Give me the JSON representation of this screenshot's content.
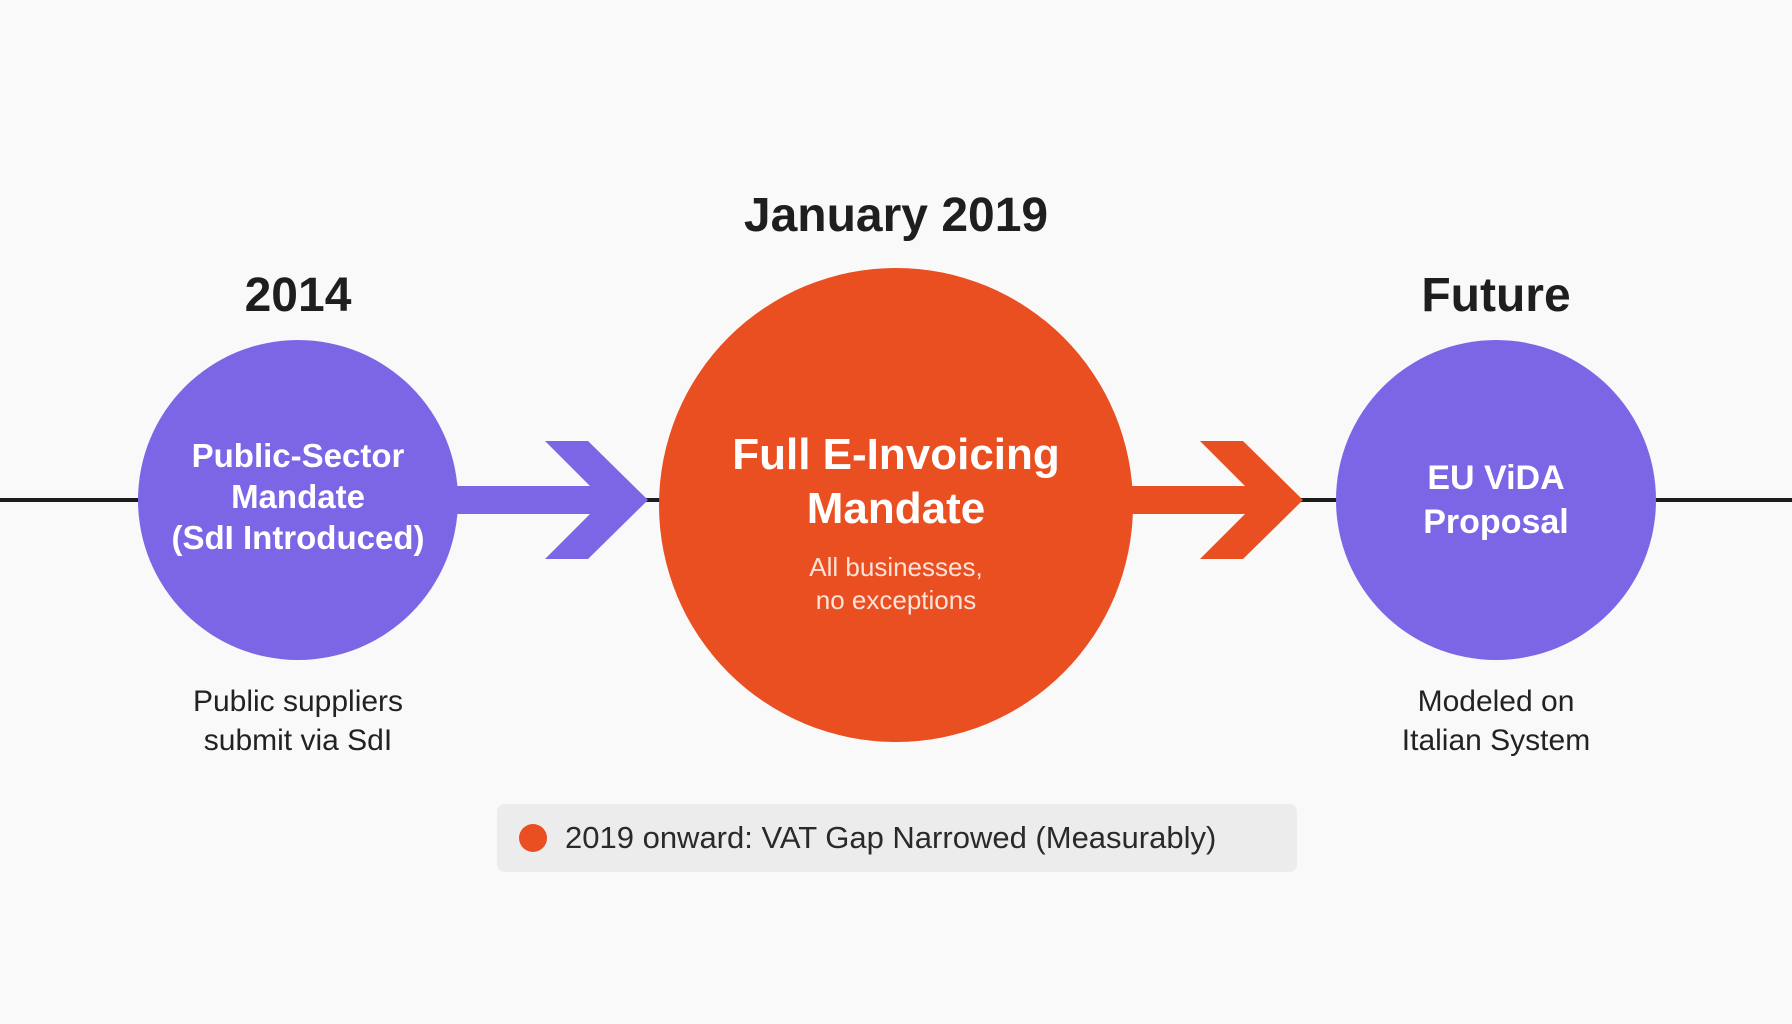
{
  "colors": {
    "purple": "#7c66e6",
    "orange": "#ea4f22",
    "line": "#1c1c1c"
  },
  "milestones": [
    {
      "date_label": "2014",
      "circle_lines": [
        "Public-Sector",
        "Mandate",
        "(SdI Introduced)"
      ],
      "caption_lines": [
        "Public suppliers",
        "submit via SdI"
      ]
    },
    {
      "date_label": "January 2019",
      "circle_lines": [
        "Full E-Invoicing",
        "Mandate"
      ],
      "circle_sub_lines": [
        "All businesses,",
        "no exceptions"
      ]
    },
    {
      "date_label": "Future",
      "circle_lines": [
        "EU ViDA",
        "Proposal"
      ],
      "caption_lines": [
        "Modeled on",
        "Italian System"
      ]
    }
  ],
  "legend": {
    "text": "2019 onward: VAT Gap Narrowed (Measurably)"
  }
}
